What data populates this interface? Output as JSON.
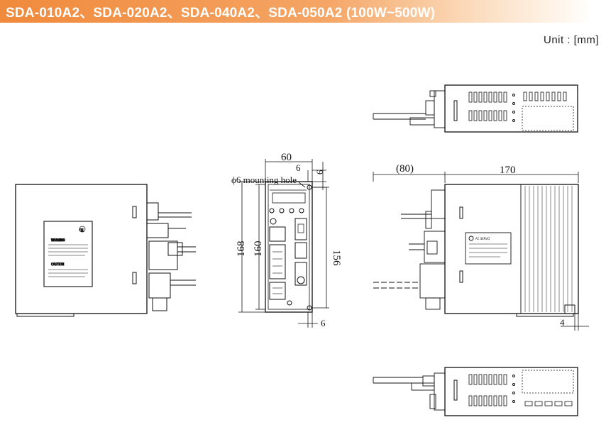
{
  "title": "SDA-010A2、SDA-020A2、SDA-040A2、SDA-050A2 (100W~500W)",
  "unit_label": "Unit : [mm]",
  "front_view": {
    "width": "60",
    "offset_top": "6",
    "offset_right": "6",
    "offset_bottom": "6",
    "height_outer": "168",
    "height_mid": "160",
    "height_inner": "156",
    "hole_label": "ϕ6 mounting hole"
  },
  "side_view": {
    "connector_depth": "(80)",
    "body_depth": "170",
    "rear_offset": "4"
  },
  "colors": {
    "title_bar_start": "#f08a3c",
    "title_bar_end": "#fbdcbd",
    "title_text": "#ffffff",
    "line": "#111111"
  }
}
